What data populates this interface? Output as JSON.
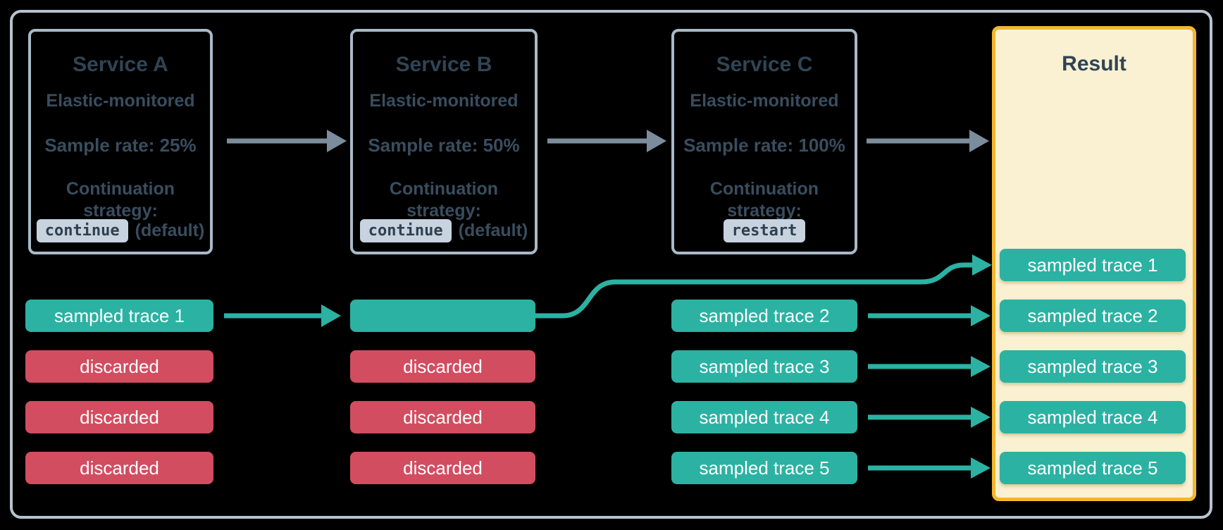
{
  "figure": {
    "services": [
      {
        "title": "Service A",
        "subtitle": "Elastic-monitored",
        "sample_rate": "Sample rate: 25%",
        "strategy_line1": "Continuation",
        "strategy_line2": "strategy:",
        "strategy_value": "continue",
        "strategy_suffix": "(default)"
      },
      {
        "title": "Service B",
        "subtitle": "Elastic-monitored",
        "sample_rate": "Sample rate: 50%",
        "strategy_line1": "Continuation",
        "strategy_line2": "strategy:",
        "strategy_value": "continue",
        "strategy_suffix": "(default)"
      },
      {
        "title": "Service C",
        "subtitle": "Elastic-monitored",
        "sample_rate": "Sample rate: 100%",
        "strategy_line1": "Continuation",
        "strategy_line2": "strategy:",
        "strategy_value": "restart",
        "strategy_suffix": ""
      }
    ],
    "result": {
      "title": "Result",
      "pills": [
        "sampled trace 1",
        "sampled trace 2",
        "sampled trace 3",
        "sampled trace 4",
        "sampled trace 5"
      ]
    },
    "lanes": {
      "service_a": [
        {
          "text": "sampled trace 1",
          "type": "sampled"
        },
        {
          "text": "discarded",
          "type": "discarded"
        },
        {
          "text": "discarded",
          "type": "discarded"
        },
        {
          "text": "discarded",
          "type": "discarded"
        }
      ],
      "service_b": [
        {
          "text": "",
          "type": "sampled"
        },
        {
          "text": "discarded",
          "type": "discarded"
        },
        {
          "text": "discarded",
          "type": "discarded"
        },
        {
          "text": "discarded",
          "type": "discarded"
        }
      ],
      "service_c": [
        {
          "text": "sampled trace 2",
          "type": "sampled"
        },
        {
          "text": "sampled trace 3",
          "type": "sampled"
        },
        {
          "text": "sampled trace 4",
          "type": "sampled"
        },
        {
          "text": "sampled trace 5",
          "type": "sampled"
        }
      ]
    },
    "colors": {
      "background": "#000000",
      "frame_border": "#b7c3cf",
      "service_box_border": "#a9bac8",
      "title_text": "#304454",
      "body_text": "#3e5468",
      "chip_background": "#c7d3de",
      "chip_text": "#2f4050",
      "sampled_pill": "#2bb2a3",
      "discarded_pill": "#d24d60",
      "result_border": "#f3b62f",
      "result_fill": "#faf1d2",
      "flow_arrow_gray": "#7b8d9d"
    }
  }
}
